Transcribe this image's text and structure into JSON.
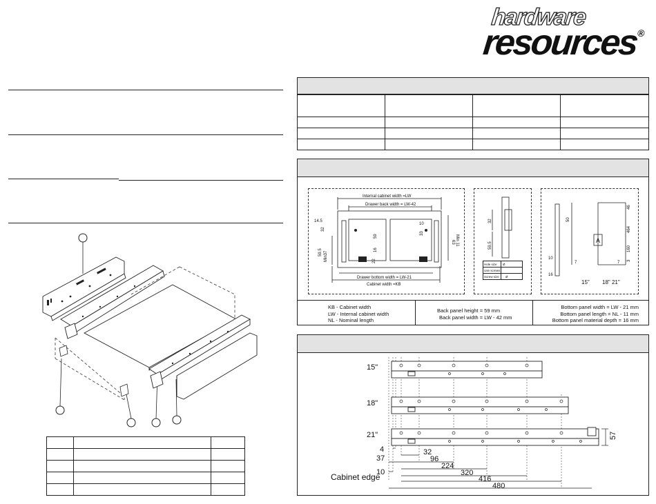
{
  "logo": {
    "line1": "hardware",
    "line2": "resources",
    "reg": "®"
  },
  "drawer_diagram": {
    "labels": {
      "internal_width": "Internal cabinet width =LW",
      "back_width": "Drawer back width  = LW-42",
      "bottom_width": "Drawer bottom width  = LW-21",
      "cabinet_width": "Cabinet width =KB",
      "d_14_5": "14.5",
      "d_32": "32",
      "d_59": "59",
      "d_16": "16",
      "d_22": "22",
      "d_10": "10",
      "d_33": "33",
      "d_59_5": "59.5",
      "min37": "Min37",
      "d_63": "63",
      "min11": "Min 11",
      "d_32_b": "32",
      "d_59_5_b": "59.5",
      "d_50": "50",
      "d_10_b": "10",
      "d_16_b": "16",
      "d_46": "46",
      "d_7": "7",
      "d_7_b": "7",
      "d_464": "464",
      "d_160": "160",
      "d_3": "3",
      "panel_a": "A",
      "len_15": "15\"",
      "len_18_21": "18\" 21\""
    },
    "legend_table": {
      "rows": [
        [
          "Hole size",
          "Ø"
        ],
        [
          "Use screws",
          ""
        ],
        [
          "Screw size",
          "Ø"
        ]
      ]
    }
  },
  "notes": {
    "col1": [
      "KB - Cabinet width",
      "LW - Internal cabinet width",
      "NL - Nominal length"
    ],
    "col2": [
      "Back panel height  = 59 mm",
      "Back panel width  = LW - 42 mm"
    ],
    "col3": [
      "Bottom panel width  = LW - 21 mm",
      "Bottom panel length  = NL - 11 mm",
      "Bottom panel material depth  = 16 mm"
    ]
  },
  "rails": {
    "sizes": [
      "15\"",
      "18\"",
      "21\""
    ],
    "dims": [
      "4",
      "37",
      "10",
      "32",
      "96",
      "224",
      "320",
      "416",
      "480"
    ],
    "height": "57",
    "cabinet_edge": "Cabinet edge"
  }
}
